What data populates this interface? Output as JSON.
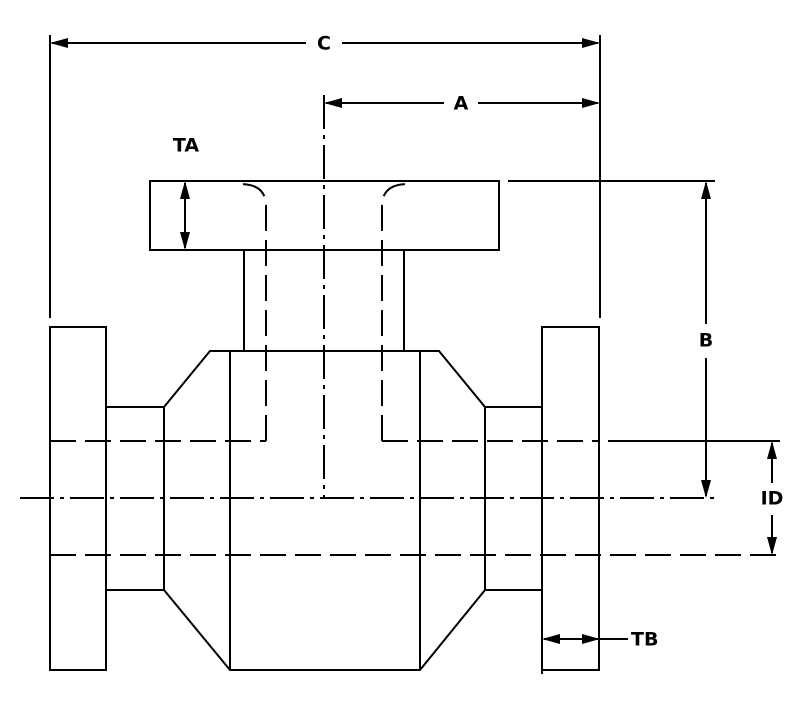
{
  "labels": {
    "c": "C",
    "a": "A",
    "ta": "TA",
    "b": "B",
    "id": "ID",
    "tb": "TB"
  }
}
